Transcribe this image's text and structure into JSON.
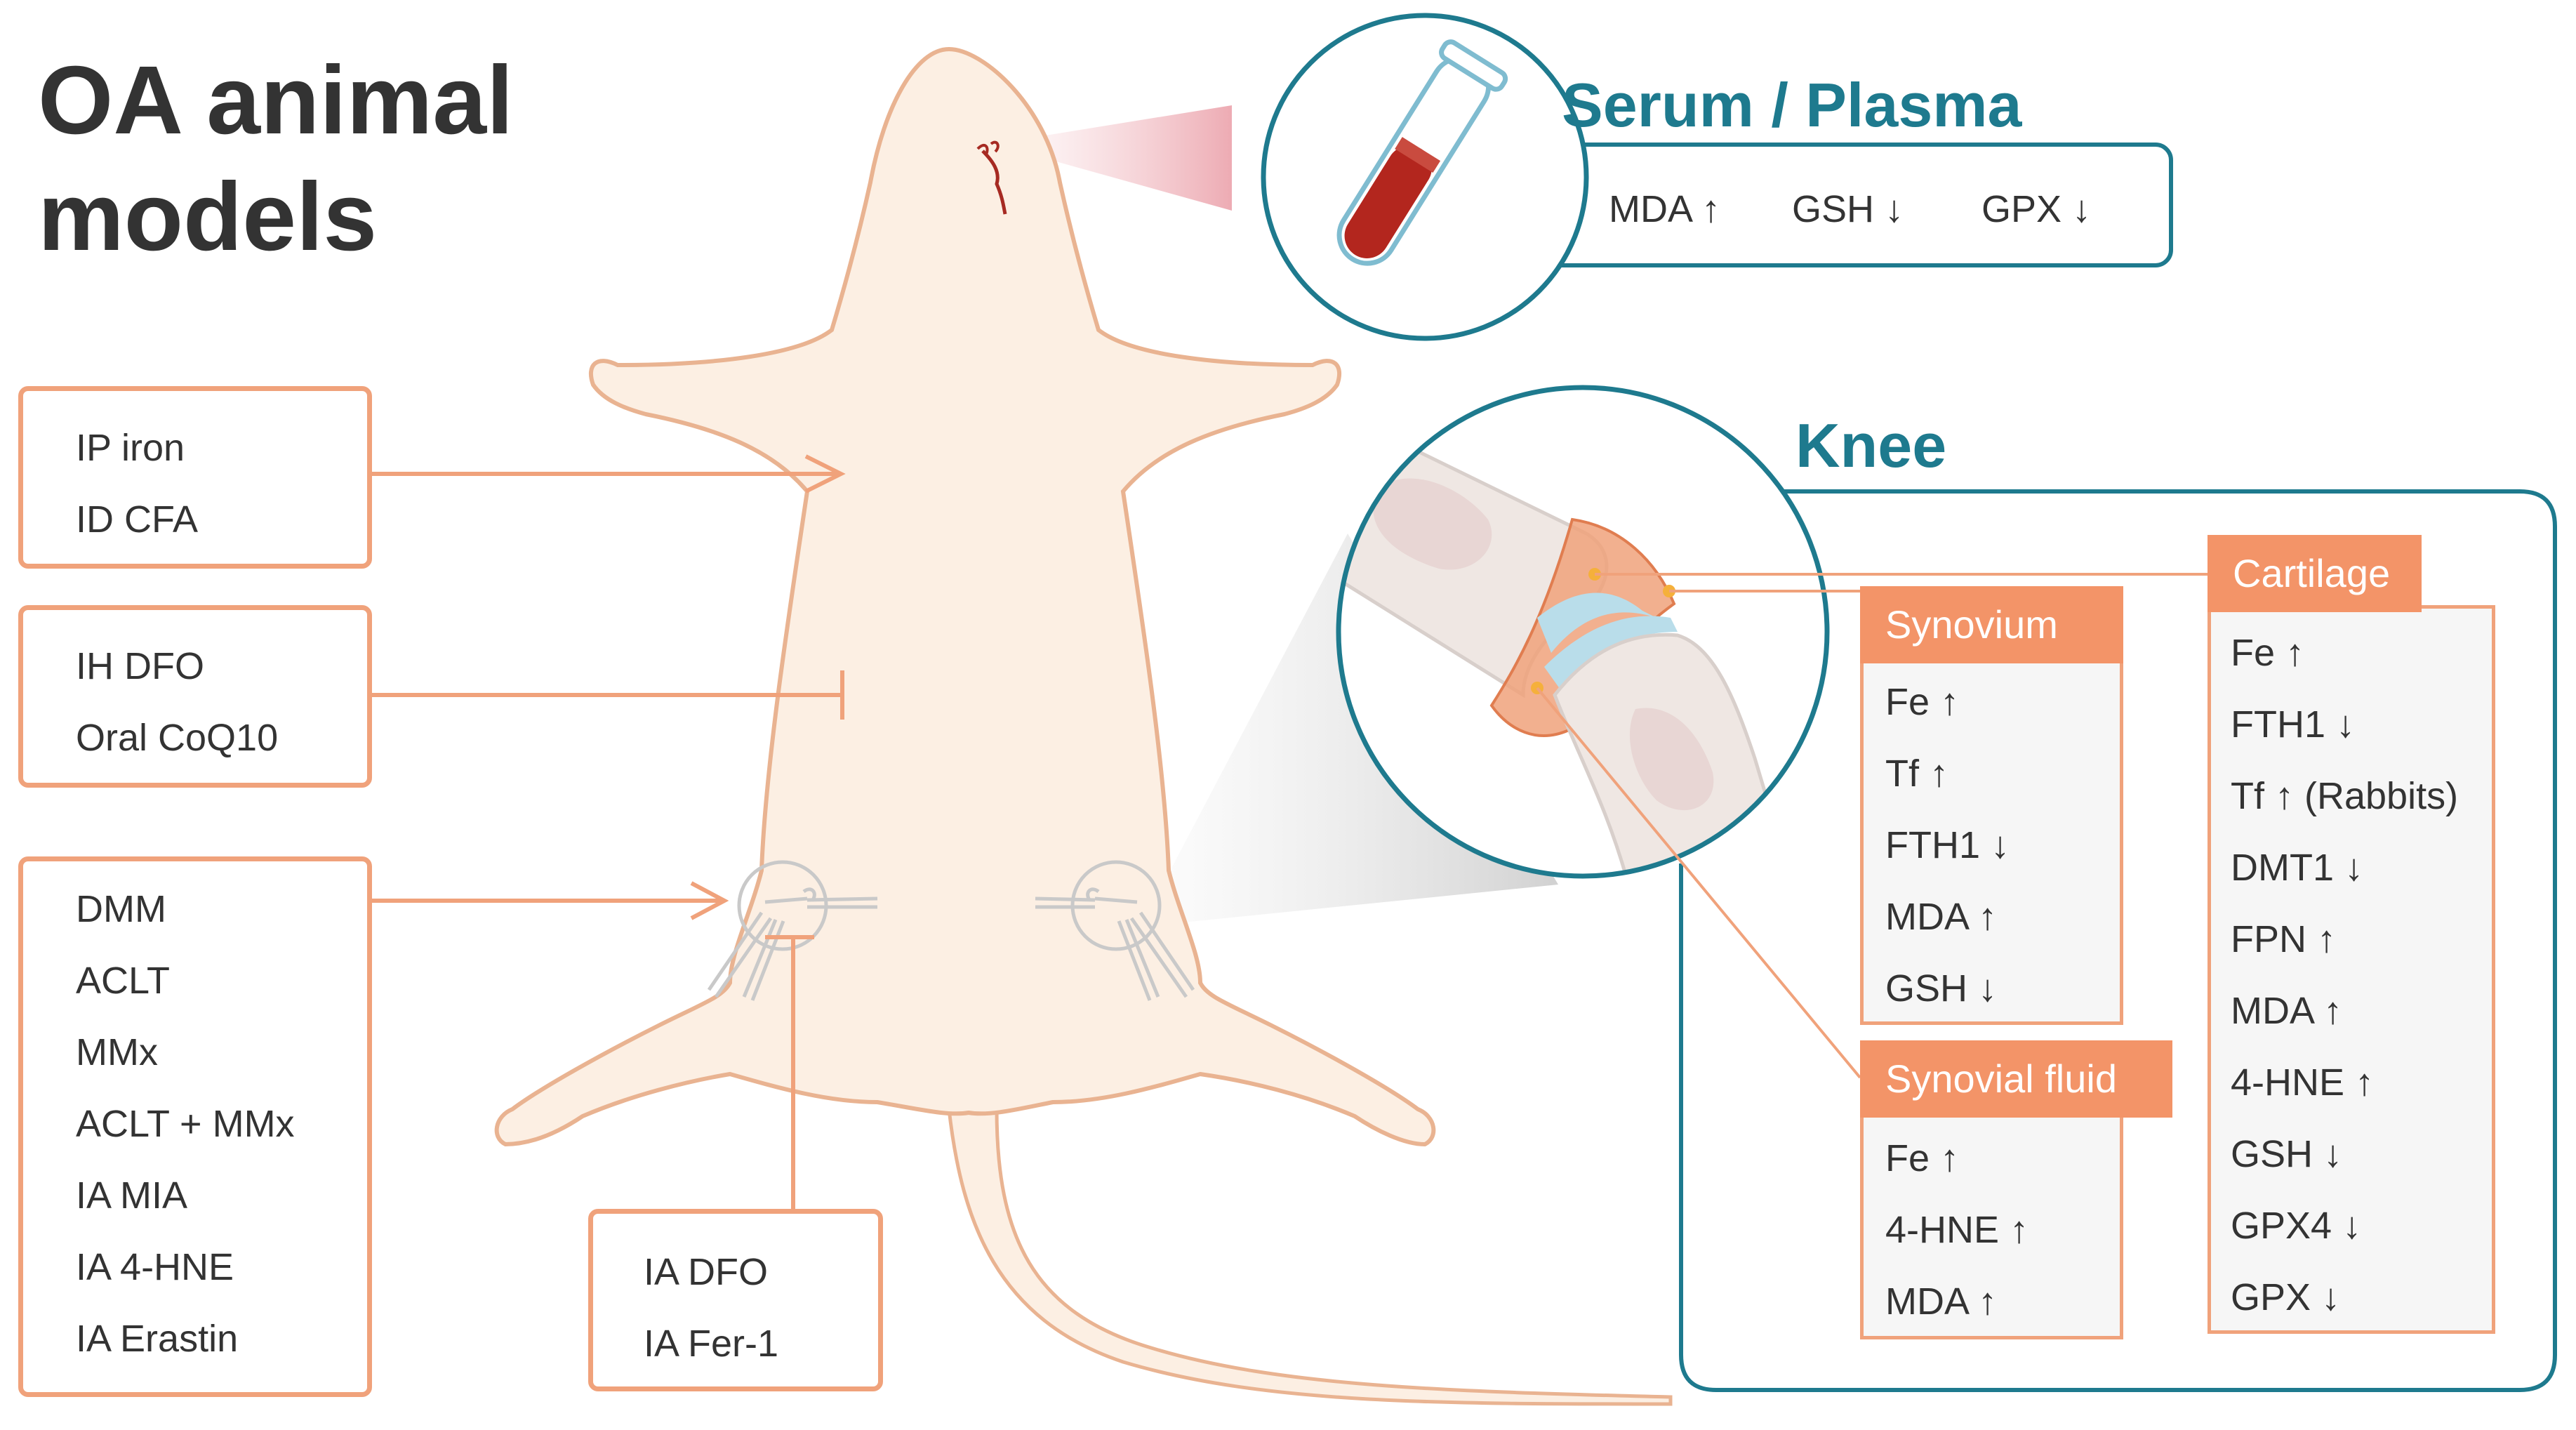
{
  "title": {
    "line1": "OA animal",
    "line2": "models"
  },
  "left_boxes": {
    "box1": [
      "IP iron",
      "ID CFA"
    ],
    "box2": [
      "IH DFO",
      "Oral CoQ10"
    ],
    "box3": [
      "DMM",
      "ACLT",
      "MMx",
      "ACLT + MMx",
      "IA MIA",
      "IA 4-HNE",
      "IA Erastin"
    ],
    "box4": [
      "IA DFO",
      "IA Fer-1"
    ]
  },
  "serum": {
    "title": "Serum / Plasma",
    "items": [
      "MDA ↑",
      "GSH ↓",
      "GPX ↓"
    ]
  },
  "knee": {
    "title": "Knee",
    "synovium": {
      "label": "Synovium",
      "items": [
        "Fe ↑",
        "Tf ↑",
        "FTH1 ↓",
        "MDA ↑",
        "GSH ↓"
      ]
    },
    "synovial_fluid": {
      "label": "Synovial fluid",
      "items": [
        "Fe ↑",
        "4-HNE ↑",
        "MDA ↑"
      ]
    },
    "cartilage": {
      "label": "Cartilage",
      "items": [
        "Fe ↑",
        "FTH1 ↓",
        "Tf ↑ (Rabbits)",
        "DMT1 ↓",
        "FPN ↑",
        "MDA ↑",
        "4-HNE ↑",
        "GSH ↓",
        "GPX4 ↓",
        "GPX ↓"
      ]
    }
  },
  "colors": {
    "teal": "#1E7A8E",
    "orange_line": "#F0A27B",
    "orange_header": "#F39468",
    "rat_fill": "#FCEFE3",
    "rat_stroke": "#E9B391",
    "blood": "#B3261E"
  }
}
